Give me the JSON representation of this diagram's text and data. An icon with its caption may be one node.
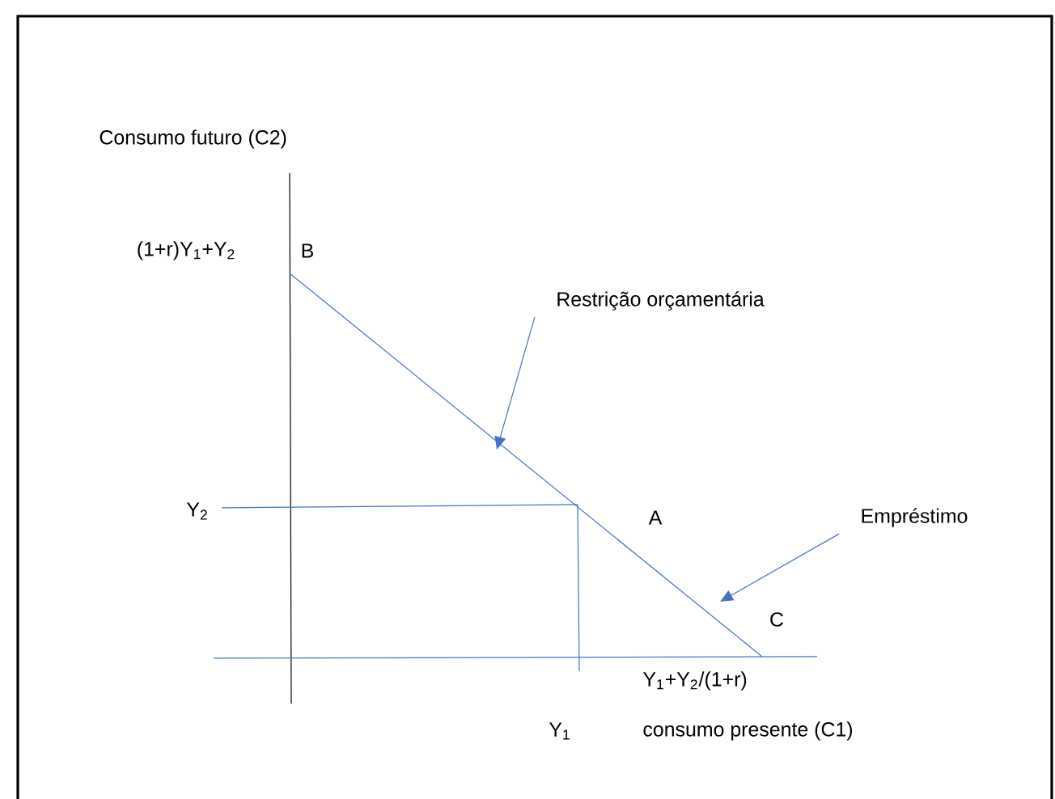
{
  "diagram": {
    "nodes": [
      {
        "text": [
          "Restrição orçamentária"
        ]
      },
      {
        "text": [
          "Empréstimo"
        ]
      }
    ],
    "edges": [
      {
        "from": 0,
        "to": null,
        "arrow": "to"
      },
      {
        "from": 1,
        "to": null,
        "arrow": "to"
      }
    ],
    "labels": [
      "Consumo futuro (C2)",
      "(1+r)Y$_{1}$+Y$_{2}$",
      "B",
      "Y$_{2}$",
      "A",
      "C",
      "Y$_{1}$+Y$_{2}$/(1+r)",
      "Y$_{1}$",
      "consumo presente (C1)"
    ]
  }
}
